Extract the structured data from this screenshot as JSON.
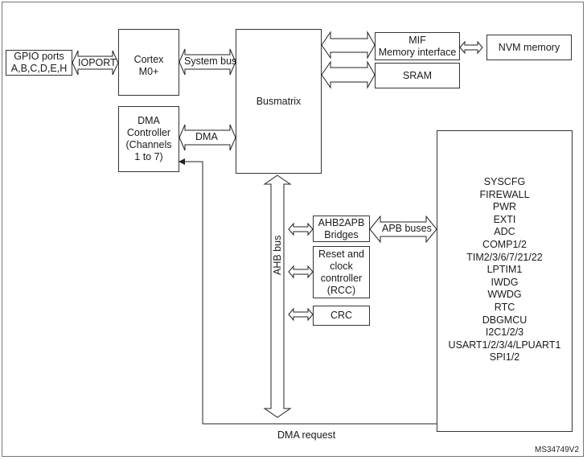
{
  "diagram": {
    "blocks": {
      "gpio": [
        "GPIO ports",
        "A,B,C,D,E,H"
      ],
      "cortex": [
        "Cortex",
        "M0+"
      ],
      "busmatrix": "Busmatrix",
      "dma_controller": [
        "DMA",
        "Controller",
        "(Channels",
        "1 to 7)"
      ],
      "mif": [
        "MIF",
        "Memory interface"
      ],
      "nvm": "NVM memory",
      "sram": "SRAM",
      "ahb2apb": [
        "AHB2APB",
        "Bridges"
      ],
      "rcc": [
        "Reset and",
        "clock",
        "controller",
        "(RCC)"
      ],
      "crc": "CRC",
      "peripherals": [
        "SYSCFG",
        "FIREWALL",
        "PWR",
        "EXTI",
        "ADC",
        "COMP1/2",
        "TIM2/3/6/7/21/22",
        "LPTIM1",
        "IWDG",
        "WWDG",
        "RTC",
        "DBGMCU",
        "I2C1/2/3",
        "USART1/2/3/4/LPUART1",
        "SPI1/2"
      ]
    },
    "buses": {
      "ioport": "IOPORT",
      "system_bus": "System bus",
      "dma": "DMA",
      "ahb_bus": "AHB bus",
      "apb_buses": "APB buses",
      "dma_request": "DMA request"
    },
    "reference": "MS34749V2"
  }
}
